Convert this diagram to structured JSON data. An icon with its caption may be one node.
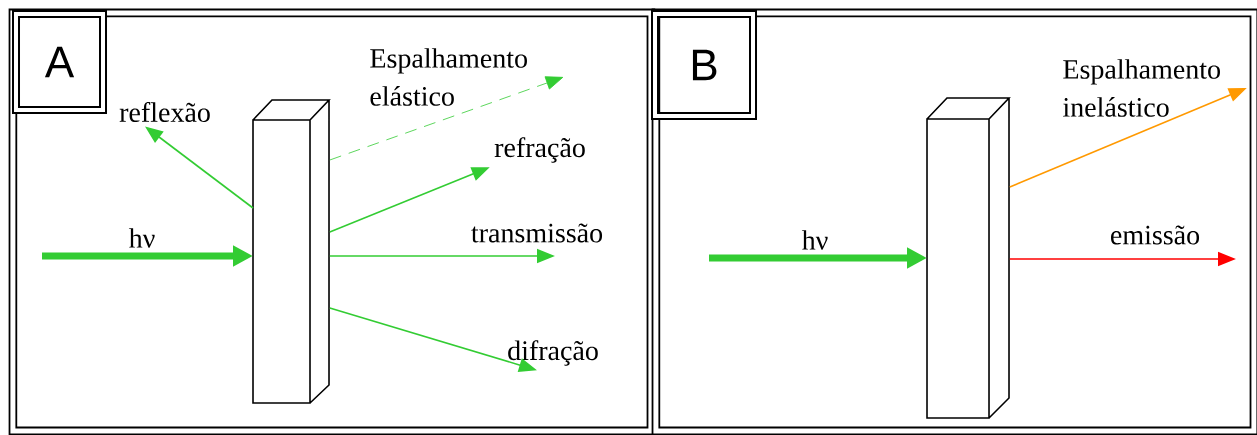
{
  "diagram": {
    "nodes": [
      {
        "text": [],
        "shape": "box"
      },
      {
        "text": [
          "A"
        ],
        "in": 0
      },
      {
        "text": [],
        "shape": "box",
        "in": 0
      },
      {
        "text": [
          "reflexão"
        ],
        "in": 0
      },
      {
        "text": [
          "Espalhamento elástico"
        ],
        "in": 0
      },
      {
        "text": [
          "refração"
        ],
        "in": 0
      },
      {
        "text": [
          "difração"
        ],
        "in": 0
      },
      {
        "text": [],
        "shape": "box"
      },
      {
        "text": [
          "B"
        ],
        "in": 7
      },
      {
        "text": [],
        "shape": "box",
        "in": 7
      },
      {
        "text": [
          "Espalhamento inelástico"
        ],
        "in": 7
      }
    ],
    "edges": [
      {
        "from": null,
        "to": 2,
        "arrow": "to",
        "label": "hν",
        "style": "thick"
      },
      {
        "from": 2,
        "to": 3,
        "arrow": "to"
      },
      {
        "from": 2,
        "to": 4,
        "arrow": "to",
        "style": "dashed"
      },
      {
        "from": 2,
        "to": 5,
        "arrow": "to"
      },
      {
        "from": 2,
        "to": null,
        "arrow": "to",
        "label": "transmissão"
      },
      {
        "from": 2,
        "to": 6,
        "arrow": "to"
      },
      {
        "from": null,
        "to": 9,
        "arrow": "to",
        "label": "hν",
        "style": "thick"
      },
      {
        "from": 9,
        "to": 10,
        "arrow": "to",
        "color": "#ff9900"
      },
      {
        "from": 9,
        "to": null,
        "arrow": "to",
        "label": "emissão",
        "color": "#ff0000"
      }
    ]
  }
}
